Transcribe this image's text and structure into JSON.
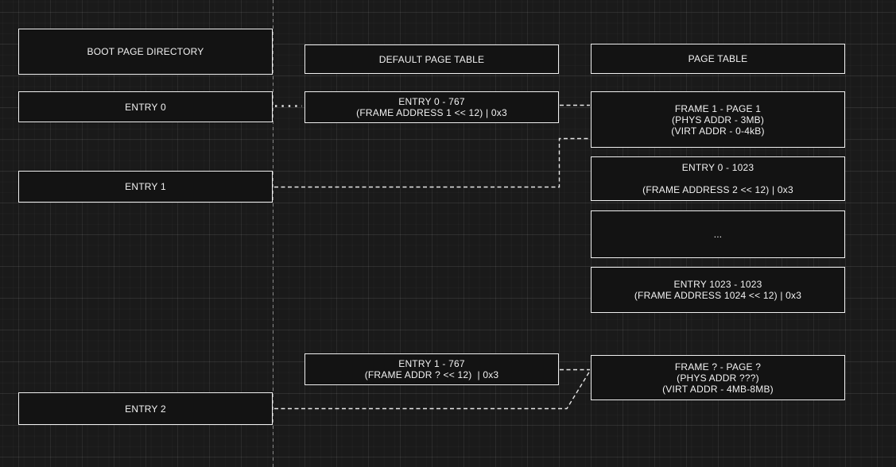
{
  "diagram_title": "boot page directory / page table mapping diagram",
  "colors": {
    "canvas_bg": "#1a1a1a",
    "node_fill": "#131313",
    "node_border": "#f0f0f0",
    "text": "#f2f2f2",
    "connector": "#e6e6e6",
    "guide_line": "#8a8a8a"
  },
  "nodes": {
    "boot_page_directory": {
      "lines": [
        "BOOT PAGE DIRECTORY"
      ]
    },
    "entry_0": {
      "lines": [
        "ENTRY 0"
      ]
    },
    "entry_1": {
      "lines": [
        "ENTRY 1"
      ]
    },
    "entry_2": {
      "lines": [
        "ENTRY 2"
      ]
    },
    "default_page_table": {
      "lines": [
        "DEFAULT PAGE TABLE"
      ]
    },
    "default_pt_entry_0": {
      "lines": [
        "ENTRY 0 - 767",
        "(FRAME ADDRESS 1 << 12) | 0x3"
      ]
    },
    "default_pt_entry_1": {
      "lines": [
        "ENTRY 1 - 767",
        "(FRAME ADDR ? << 12)  | 0x3"
      ]
    },
    "page_table": {
      "lines": [
        "PAGE TABLE"
      ]
    },
    "pt_frame_1": {
      "lines": [
        "FRAME 1 - PAGE 1",
        "(PHYS ADDR - 3MB)",
        "(VIRT ADDR - 0-4kB)"
      ]
    },
    "pt_entry_0": {
      "lines": [
        "ENTRY 0 - 1023",
        "",
        "(FRAME ADDRESS 2 << 12) | 0x3"
      ]
    },
    "pt_ellipsis": {
      "lines": [
        "..."
      ]
    },
    "pt_entry_1023": {
      "lines": [
        "ENTRY 1023 - 1023",
        "(FRAME ADDRESS 1024 << 12) | 0x3"
      ]
    },
    "pt_frame_q": {
      "lines": [
        "FRAME ? - PAGE ?",
        "(PHYS ADDR ???)",
        "(VIRT ADDR - 4MB-8MB)"
      ]
    }
  },
  "connectors": [
    {
      "from": "entry_0",
      "to": "default_pt_entry_0",
      "style": "dotted"
    },
    {
      "from": "default_pt_entry_0",
      "to": "pt_frame_1",
      "style": "dashed"
    },
    {
      "from": "entry_1",
      "to": "pt_frame_1",
      "style": "dashed-elbow"
    },
    {
      "from": "default_pt_entry_1",
      "to": "pt_frame_q",
      "style": "dashed"
    },
    {
      "from": "entry_2",
      "to": "pt_frame_q",
      "style": "dashed-diagonal"
    }
  ]
}
